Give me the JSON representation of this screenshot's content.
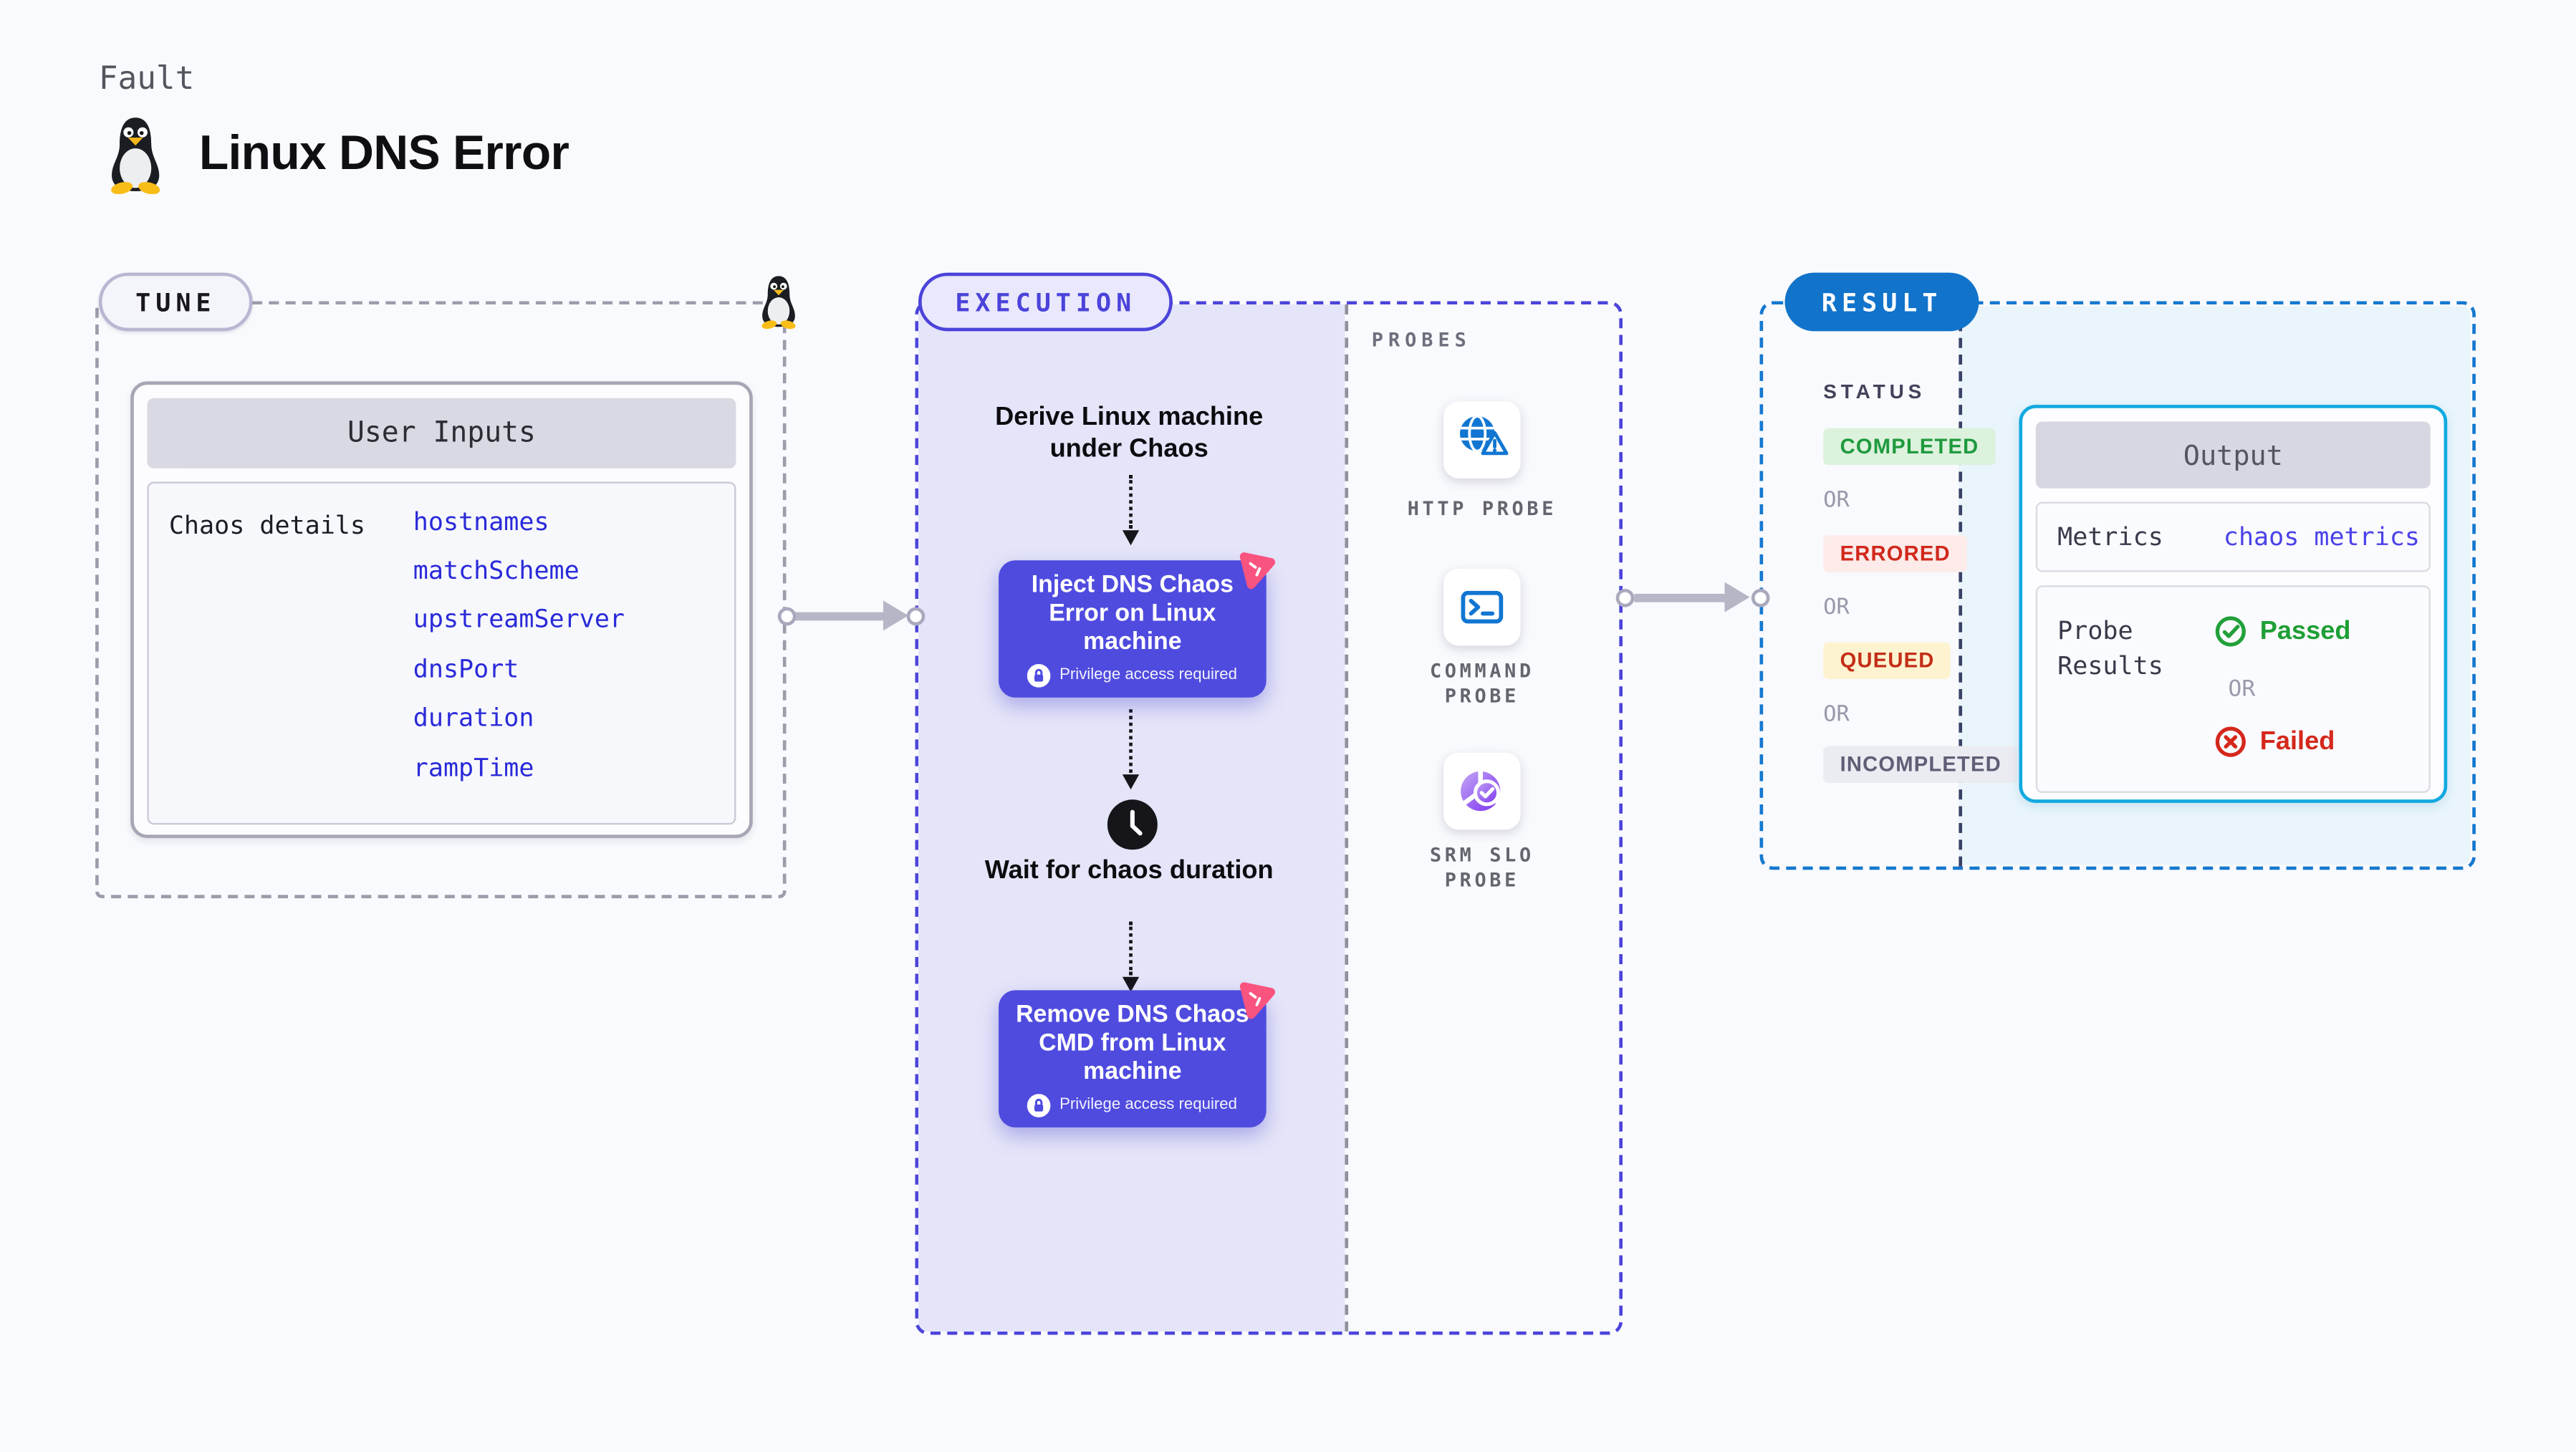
{
  "page": {
    "kicker": "Fault",
    "title": "Linux DNS Error"
  },
  "tune": {
    "badge": "TUNE",
    "table": {
      "header": "User Inputs",
      "row_label": "Chaos details",
      "params": [
        "hostnames",
        "matchScheme",
        "upstreamServer",
        "dnsPort",
        "duration",
        "rampTime"
      ]
    }
  },
  "execution": {
    "badge": "EXECUTION",
    "steps": {
      "derive": "Derive Linux machine under Chaos",
      "inject": "Inject DNS Chaos Error on Linux machine",
      "wait": "Wait for chaos duration",
      "remove": "Remove DNS Chaos CMD from Linux machine",
      "privilege_note": "Privilege access required"
    },
    "probes": {
      "label": "PROBES",
      "items": [
        {
          "icon": "globe-warning",
          "label": "HTTP PROBE",
          "label2": ""
        },
        {
          "icon": "terminal",
          "label": "COMMAND",
          "label2": "PROBE"
        },
        {
          "icon": "slo-donut",
          "label": "SRM SLO",
          "label2": "PROBE"
        }
      ]
    }
  },
  "result": {
    "badge": "RESULT",
    "status": {
      "label": "STATUS",
      "or": "OR",
      "badges": [
        {
          "text": "COMPLETED",
          "fg": "#1f9a3d",
          "bg": "#dcf2dd"
        },
        {
          "text": "ERRORED",
          "fg": "#d1281c",
          "bg": "#fcebe9"
        },
        {
          "text": "QUEUED",
          "fg": "#c42e17",
          "bg": "#fdf3d0"
        },
        {
          "text": "INCOMPLETED",
          "fg": "#5e5e76",
          "bg": "#ebebf2"
        }
      ]
    },
    "output": {
      "header": "Output",
      "metrics_label": "Metrics",
      "metrics_value": "chaos metrics",
      "probe_results_label": "Probe Results",
      "passed": "Passed",
      "or": "OR",
      "failed": "Failed"
    }
  },
  "colors": {
    "page_bg": "#f9fafd",
    "accent_indigo": "#4b43da",
    "node_purple": "#4f4bdf",
    "result_blue": "#1273cb",
    "output_cyan": "#12a9e0",
    "param_blue": "#2a2ad9",
    "metrics_link_blue": "#4b42e8",
    "passed_green": "#1f9f35",
    "failed_red": "#d4281b",
    "chaos_pink": "#f95380",
    "lavender_bg": "#e5e5f9",
    "cyan_bg": "#e9f5fb",
    "probe_icon_blue": "#1176d2"
  }
}
